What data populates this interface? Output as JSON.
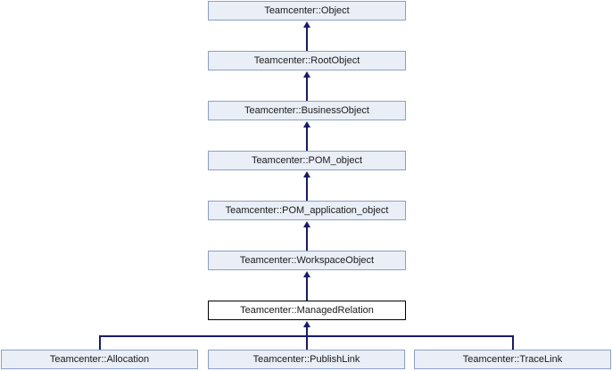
{
  "diagram": {
    "type": "class-inheritance",
    "focus_class": "Teamcenter::ManagedRelation",
    "colors": {
      "background": "#ffffff",
      "node_fill": "#e9eef7",
      "node_border": "#8ba0c7",
      "focus_fill": "#ffffff",
      "focus_border": "#000000",
      "edge": "#191970",
      "text": "#1a1a1a"
    },
    "chain": [
      {
        "label": "Teamcenter::Object"
      },
      {
        "label": "Teamcenter::RootObject"
      },
      {
        "label": "Teamcenter::BusinessObject"
      },
      {
        "label": "Teamcenter::POM_object"
      },
      {
        "label": "Teamcenter::POM_application_object"
      },
      {
        "label": "Teamcenter::WorkspaceObject"
      },
      {
        "label": "Teamcenter::ManagedRelation",
        "focus": true
      }
    ],
    "children": [
      {
        "label": "Teamcenter::Allocation"
      },
      {
        "label": "Teamcenter::PublishLink"
      },
      {
        "label": "Teamcenter::TraceLink"
      }
    ]
  }
}
